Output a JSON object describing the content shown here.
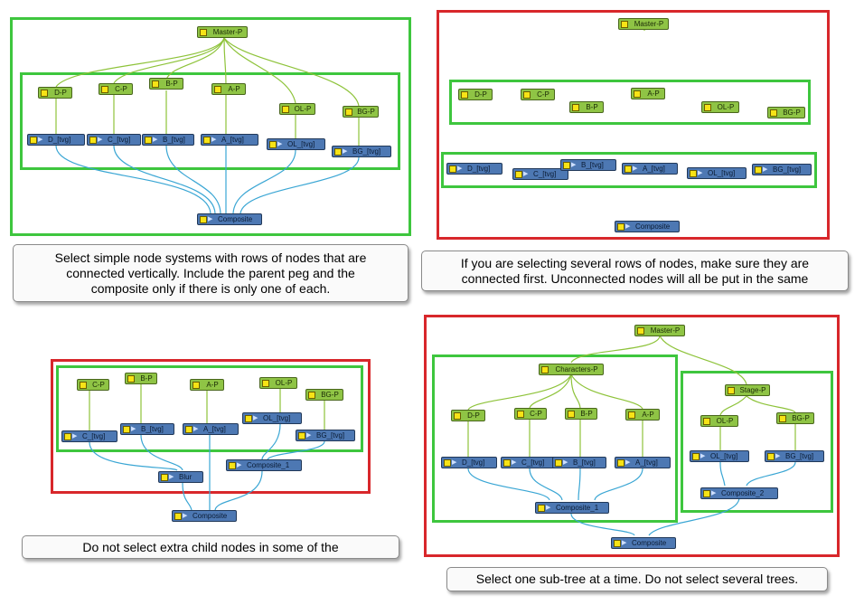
{
  "colors": {
    "green": "#3ec63e",
    "red": "#d8272b",
    "peg": "#8fc445",
    "read": "#4d78b3",
    "wire_peg": "#8ec33a",
    "wire_data": "#3aa6d4"
  },
  "panels": [
    {
      "id": "p1",
      "border": "green",
      "caption": [
        "Select simple node systems with rows of nodes that are",
        "connected vertically. Include the parent peg and the",
        "composite only if there is only one of each."
      ],
      "nodes": [
        {
          "label": "Master-P",
          "kind": "peg"
        },
        {
          "label": "D-P",
          "kind": "peg"
        },
        {
          "label": "C-P",
          "kind": "peg"
        },
        {
          "label": "B-P",
          "kind": "peg"
        },
        {
          "label": "A-P",
          "kind": "peg"
        },
        {
          "label": "OL-P",
          "kind": "peg"
        },
        {
          "label": "BG-P",
          "kind": "peg"
        },
        {
          "label": "D_[tvg]",
          "kind": "read"
        },
        {
          "label": "C_[tvg]",
          "kind": "read"
        },
        {
          "label": "B_[tvg]",
          "kind": "read"
        },
        {
          "label": "A_[tvg]",
          "kind": "read"
        },
        {
          "label": "OL_[tvg]",
          "kind": "read"
        },
        {
          "label": "BG_[tvg]",
          "kind": "read"
        },
        {
          "label": "Composite",
          "kind": "comp"
        }
      ]
    },
    {
      "id": "p2",
      "border": "red",
      "caption": [
        "If you are selecting several rows of nodes, make sure they are",
        "connected first. Unconnected nodes will all be put in the same"
      ],
      "nodes": [
        {
          "label": "Master-P",
          "kind": "peg"
        },
        {
          "label": "D-P",
          "kind": "peg"
        },
        {
          "label": "C-P",
          "kind": "peg"
        },
        {
          "label": "B-P",
          "kind": "peg"
        },
        {
          "label": "A-P",
          "kind": "peg"
        },
        {
          "label": "OL-P",
          "kind": "peg"
        },
        {
          "label": "BG-P",
          "kind": "peg"
        },
        {
          "label": "D_[tvg]",
          "kind": "read"
        },
        {
          "label": "C_[tvg]",
          "kind": "read"
        },
        {
          "label": "B_[tvg]",
          "kind": "read"
        },
        {
          "label": "A_[tvg]",
          "kind": "read"
        },
        {
          "label": "OL_[tvg]",
          "kind": "read"
        },
        {
          "label": "BG_[tvg]",
          "kind": "read"
        },
        {
          "label": "Composite",
          "kind": "comp"
        }
      ]
    },
    {
      "id": "p3",
      "border": "red",
      "caption": [
        "Do not select extra child nodes in some of the"
      ],
      "nodes": [
        {
          "label": "C-P",
          "kind": "peg"
        },
        {
          "label": "B-P",
          "kind": "peg"
        },
        {
          "label": "A-P",
          "kind": "peg"
        },
        {
          "label": "OL-P",
          "kind": "peg"
        },
        {
          "label": "BG-P",
          "kind": "peg"
        },
        {
          "label": "C_[tvg]",
          "kind": "read"
        },
        {
          "label": "B_[tvg]",
          "kind": "read"
        },
        {
          "label": "A_[tvg]",
          "kind": "read"
        },
        {
          "label": "OL_[tvg]",
          "kind": "read"
        },
        {
          "label": "BG_[tvg]",
          "kind": "read"
        },
        {
          "label": "Composite_1",
          "kind": "comp"
        },
        {
          "label": "Blur",
          "kind": "comp"
        },
        {
          "label": "Composite",
          "kind": "comp"
        }
      ]
    },
    {
      "id": "p4",
      "border": "red",
      "caption": [
        "Select one sub-tree at a time. Do not select several trees."
      ],
      "nodes": [
        {
          "label": "Master-P",
          "kind": "peg"
        },
        {
          "label": "Characters-P",
          "kind": "peg"
        },
        {
          "label": "Stage-P",
          "kind": "peg"
        },
        {
          "label": "D-P",
          "kind": "peg"
        },
        {
          "label": "C-P",
          "kind": "peg"
        },
        {
          "label": "B-P",
          "kind": "peg"
        },
        {
          "label": "A-P",
          "kind": "peg"
        },
        {
          "label": "OL-P",
          "kind": "peg"
        },
        {
          "label": "BG-P",
          "kind": "peg"
        },
        {
          "label": "D_[tvg]",
          "kind": "read"
        },
        {
          "label": "C_[tvg]",
          "kind": "read"
        },
        {
          "label": "B_[tvg]",
          "kind": "read"
        },
        {
          "label": "A_[tvg]",
          "kind": "read"
        },
        {
          "label": "OL_[tvg]",
          "kind": "read"
        },
        {
          "label": "BG_[tvg]",
          "kind": "read"
        },
        {
          "label": "Composite_1",
          "kind": "comp"
        },
        {
          "label": "Composite_2",
          "kind": "comp"
        },
        {
          "label": "Composite",
          "kind": "comp"
        }
      ]
    }
  ]
}
